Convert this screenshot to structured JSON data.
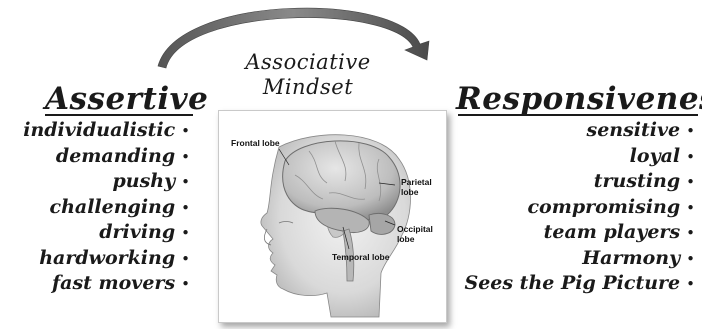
{
  "center_title": {
    "line1": "Associative",
    "line2": "Mindset"
  },
  "left": {
    "heading": "Assertive",
    "items": [
      "individualistic",
      "demanding",
      "pushy",
      "challenging",
      "driving",
      "hardworking",
      "fast movers"
    ]
  },
  "right": {
    "heading": "Responsiveness",
    "items": [
      "sensitive",
      "loyal",
      "trusting",
      "compromising",
      "team players",
      "Harmony",
      "Sees the Pig Picture"
    ]
  },
  "bullet_glyph": "•",
  "brain_labels": {
    "frontal": "Frontal lobe",
    "parietal_1": "Parietal",
    "parietal_2": "lobe",
    "occipital_1": "Occipital",
    "occipital_2": "lobe",
    "temporal": "Temporal lobe"
  },
  "colors": {
    "arrow": "#6b6b6b",
    "text": "#1a1a1a"
  },
  "icons": {
    "arrow": "curved-arrow-icon",
    "brain": "brain-illustration"
  }
}
